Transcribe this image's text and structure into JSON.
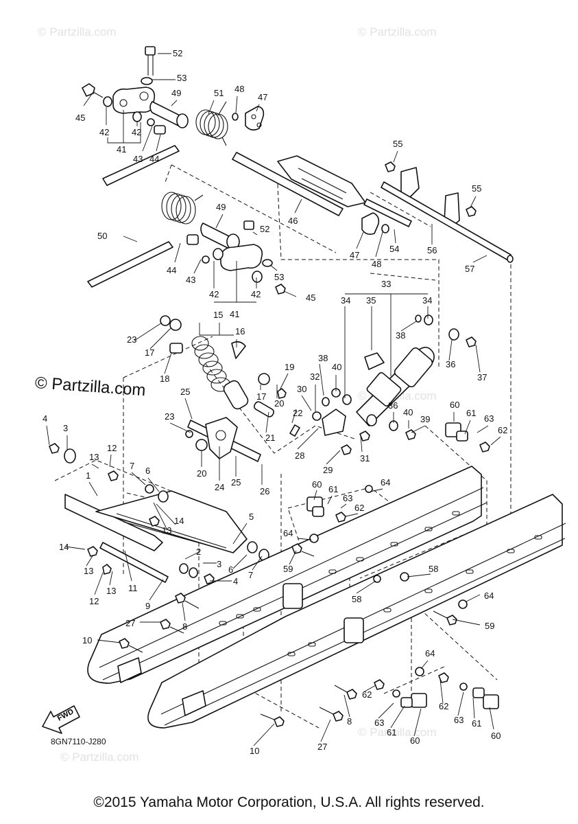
{
  "watermark": "© Partzilla.com",
  "brand_mark": "© Partzilla.com",
  "diagram_code": "8GN7110-J280",
  "fwd_label": "FWD",
  "copyright": "©2015 Yamaha Motor Corporation, U.S.A. All rights reserved.",
  "callouts": {
    "c52a": "52",
    "c53a": "53",
    "c45a": "45",
    "c42a": "42",
    "c42b": "42",
    "c41a": "41",
    "c43a": "43",
    "c44a": "44",
    "c49a": "49",
    "c51": "51",
    "c48a": "48",
    "c47a": "47",
    "c55a": "55",
    "c55b": "55",
    "c50": "50",
    "c49b": "49",
    "c52b": "52",
    "c44b": "44",
    "c43b": "43",
    "c42c": "42",
    "c42d": "42",
    "c41b": "41",
    "c53b": "53",
    "c45b": "45",
    "c46": "46",
    "c47b": "47",
    "c48b": "48",
    "c54": "54",
    "c56": "56",
    "c57": "57",
    "c33": "33",
    "c34a": "34",
    "c35": "35",
    "c34b": "34",
    "c38a": "38",
    "c36a": "36",
    "c37": "37",
    "c15": "15",
    "c16": "16",
    "c23a": "23",
    "c17a": "17",
    "c18": "18",
    "c19": "19",
    "c17b": "17",
    "c20a": "20",
    "c38b": "38",
    "c40a": "40",
    "c32": "32",
    "c30": "30",
    "c22": "22",
    "c21": "21",
    "c25a": "25",
    "c23b": "23",
    "c20b": "20",
    "c24": "24",
    "c25b": "25",
    "c26": "26",
    "c28": "28",
    "c29": "29",
    "c31": "31",
    "c36b": "36",
    "c40b": "40",
    "c39": "39",
    "c60a": "60",
    "c61a": "61",
    "c63a": "63",
    "c62a": "62",
    "c4a": "4",
    "c3a": "3",
    "c13a": "13",
    "c12a": "12",
    "c7a": "7",
    "c6a": "6",
    "c1": "1",
    "c14a": "14",
    "c13b": "13",
    "c5": "5",
    "c14b": "14",
    "c13c": "13",
    "c12b": "12",
    "c13d": "13",
    "c11": "11",
    "c2": "2",
    "c3b": "3",
    "c6b": "6",
    "c7b": "7",
    "c4b": "4",
    "c9": "9",
    "c8a": "8",
    "c27a": "27",
    "c10a": "10",
    "c64a": "64",
    "c60b": "60",
    "c61b": "61",
    "c63b": "63",
    "c62b": "62",
    "c64b": "64",
    "c59a": "59",
    "c58a": "58",
    "c58b": "58",
    "c64c": "64",
    "c59b": "59",
    "c64d": "64",
    "c62c": "62",
    "c63c": "63",
    "c61c": "61",
    "c60c": "60",
    "c62d": "62",
    "c63d": "63",
    "c61d": "61",
    "c60d": "60",
    "c8b": "8",
    "c27b": "27",
    "c10b": "10"
  }
}
